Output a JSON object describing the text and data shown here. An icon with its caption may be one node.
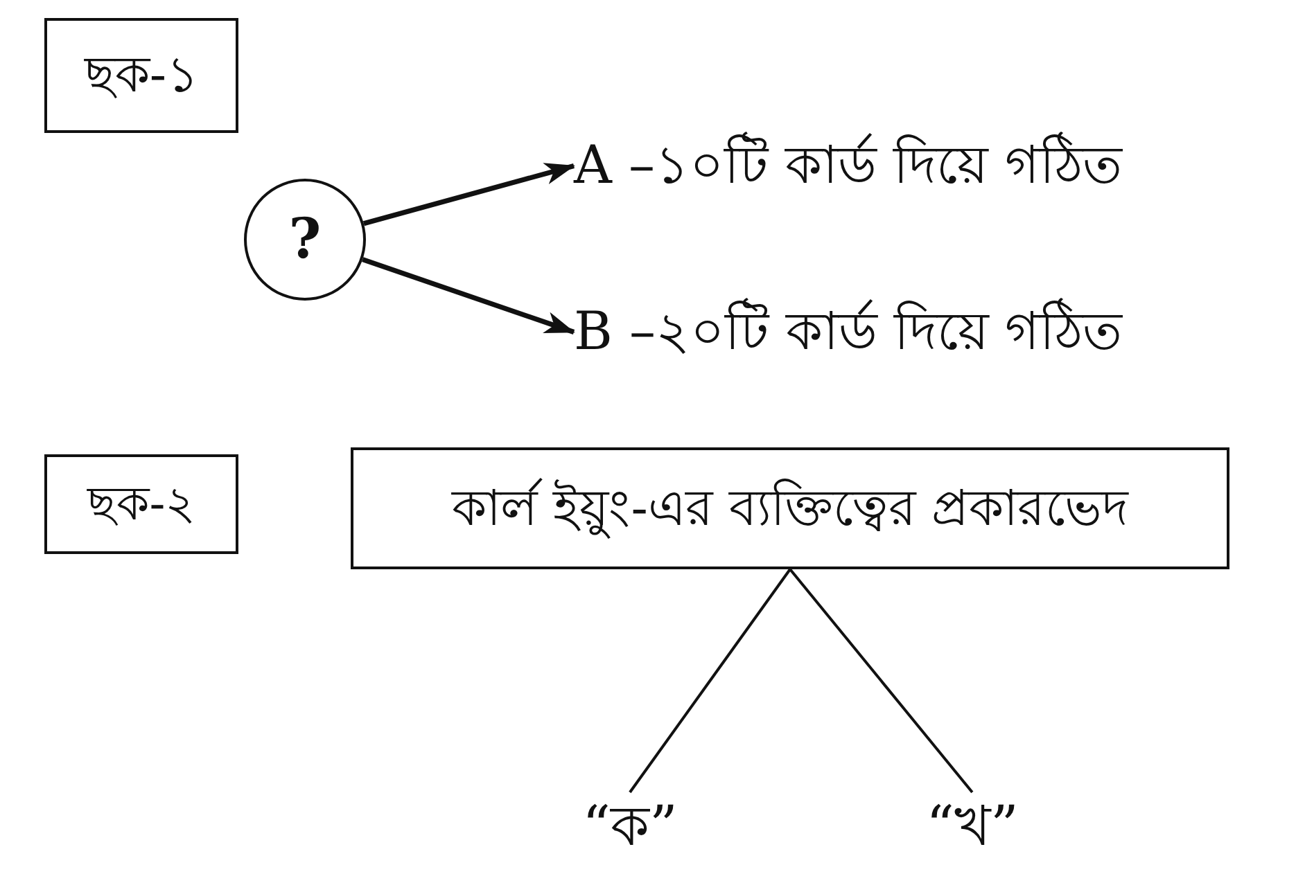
{
  "diagram": {
    "nodes": [
      {
        "text": [
          "ছক-১"
        ]
      },
      {
        "text": [
          "?"
        ]
      },
      {
        "text": [
          "A –১০টি কার্ড দিয়ে গঠিত"
        ]
      },
      {
        "text": [
          "B –২০টি কার্ড দিয়ে গঠিত"
        ]
      },
      {
        "text": [
          "ছক-২"
        ]
      },
      {
        "text": [
          "কার্ল ইয়ুং-এর ব্যক্তিত্বের প্রকারভেদ"
        ]
      },
      {
        "text": [
          "“ক”"
        ]
      },
      {
        "text": [
          "“খ”"
        ]
      }
    ],
    "edges": [
      {
        "from": 1,
        "to": 2,
        "arrow": "to",
        "style": "thick"
      },
      {
        "from": 1,
        "to": 3,
        "arrow": "to",
        "style": "thick"
      },
      {
        "from": 5,
        "to": 6,
        "arrow": "none"
      },
      {
        "from": 5,
        "to": 7,
        "arrow": "none"
      }
    ]
  }
}
